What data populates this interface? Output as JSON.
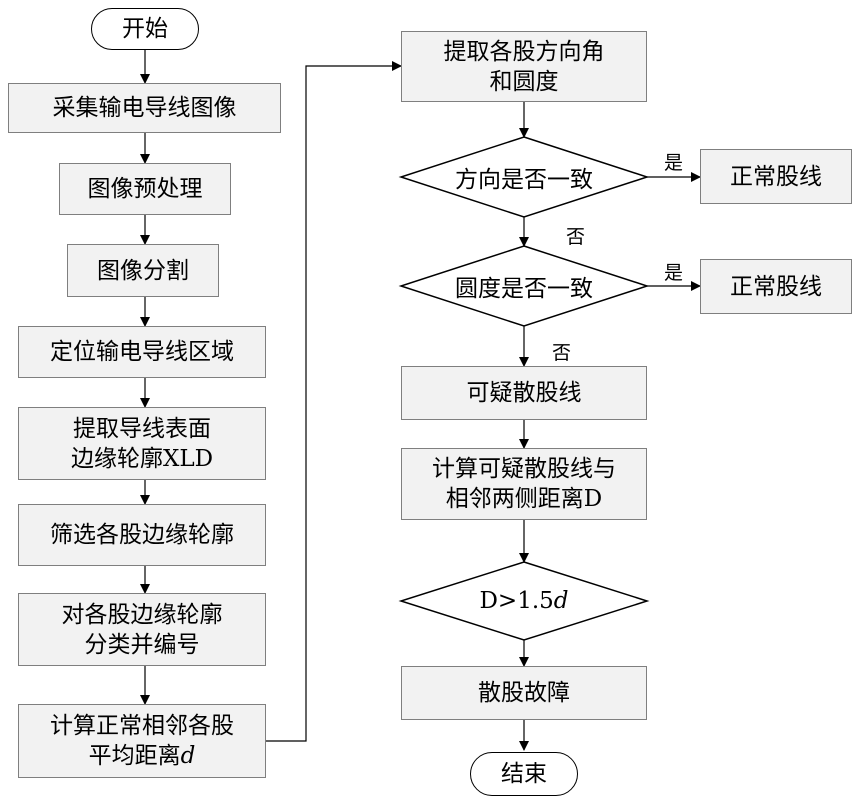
{
  "flowchart": {
    "start": "开始",
    "capture": "采集输电导线图像",
    "preprocess": "图像预处理",
    "segment": "图像分割",
    "locate": "定位输电导线区域",
    "extract_line1": "提取导线表面",
    "extract_line2": "边缘轮廓XLD",
    "filter": "筛选各股边缘轮廓",
    "classify_line1": "对各股边缘轮廓",
    "classify_line2": "分类并编号",
    "avg_line1": "计算正常相邻各股",
    "avg_line2_text": "平均距离",
    "avg_line2_var": "d",
    "angle_line1": "提取各股方向角",
    "angle_line2": "和圆度",
    "dir_decision": "方向是否一致",
    "round_decision": "圆度是否一致",
    "normal_1": "正常股线",
    "normal_2": "正常股线",
    "suspect": "可疑散股线",
    "dist_line1": "计算可疑散股线与",
    "dist_line2": "相邻两侧距离D",
    "threshold_text": "D>1.5",
    "threshold_var": "d",
    "fault": "散股故障",
    "end": "结束",
    "yes_1": "是",
    "no_1": "否",
    "yes_2": "是",
    "no_2": "否"
  }
}
